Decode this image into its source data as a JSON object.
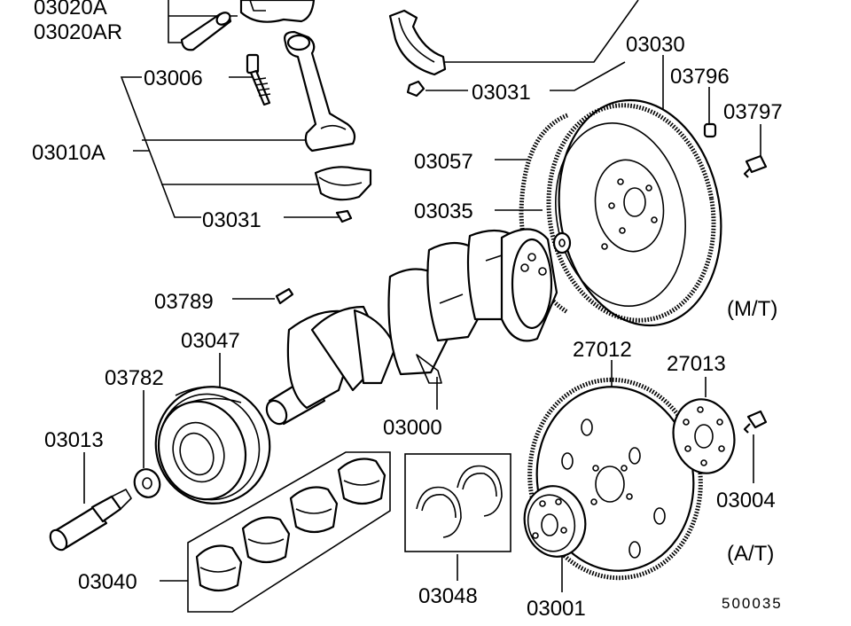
{
  "diagram": {
    "labels": {
      "p03020A": "03020A",
      "p03020AR": "03020AR",
      "p03006": "03006",
      "p03010A": "03010A",
      "p03031_left": "03031",
      "p03031_top": "03031",
      "p03030": "03030",
      "p03796": "03796",
      "p03797": "03797",
      "p03057": "03057",
      "p03035": "03035",
      "p03789": "03789",
      "p03047": "03047",
      "p03782": "03782",
      "p03013": "03013",
      "p03000": "03000",
      "p27012": "27012",
      "p27013": "27013",
      "p03004": "03004",
      "p03040": "03040",
      "p03048": "03048",
      "p03001": "03001"
    },
    "variants": {
      "manual": "(M/T)",
      "automatic": "(A/T)"
    },
    "diagram_number": "500035"
  }
}
